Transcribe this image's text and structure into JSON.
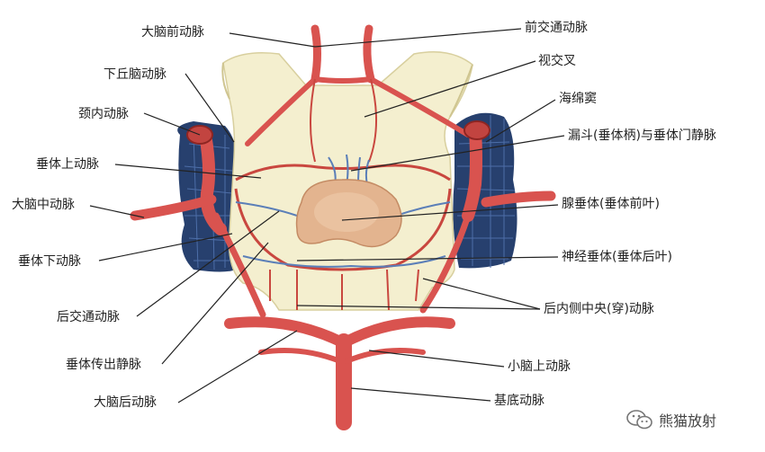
{
  "labels_left": [
    {
      "id": "aca",
      "text": "大脑前动脉"
    },
    {
      "id": "sha_lower",
      "text": "下丘脑动脉"
    },
    {
      "id": "ica",
      "text": "颈内动脉"
    },
    {
      "id": "sha_upper",
      "text": "垂体上动脉"
    },
    {
      "id": "mca",
      "text": "大脑中动脉"
    },
    {
      "id": "iha",
      "text": "垂体下动脉"
    },
    {
      "id": "pcomm",
      "text": "后交通动脉"
    },
    {
      "id": "hpv",
      "text": "垂体传出静脉"
    },
    {
      "id": "pca",
      "text": "大脑后动脉"
    }
  ],
  "labels_right": [
    {
      "id": "acomm",
      "text": "前交通动脉"
    },
    {
      "id": "chiasm",
      "text": "视交叉"
    },
    {
      "id": "cav",
      "text": "海绵窦"
    },
    {
      "id": "infund",
      "text": "漏斗(垂体柄)与垂体门静脉"
    },
    {
      "id": "adeno",
      "text": "腺垂体(垂体前叶)"
    },
    {
      "id": "neuro",
      "text": "神经垂体(垂体后叶)"
    },
    {
      "id": "postmed",
      "text": "后内侧中央(穿)动脉"
    },
    {
      "id": "sca",
      "text": "小脑上动脉"
    },
    {
      "id": "basilar",
      "text": "基底动脉"
    }
  ],
  "watermark": {
    "text": "熊猫放射",
    "icon": "wechat-icon"
  },
  "colors": {
    "artery": "#d9534f",
    "artery_dark": "#a8282a",
    "vein": "#5b7fb8",
    "sinus": "#27406e",
    "bone": "#f4efcf",
    "gland": "#e3b48f"
  }
}
